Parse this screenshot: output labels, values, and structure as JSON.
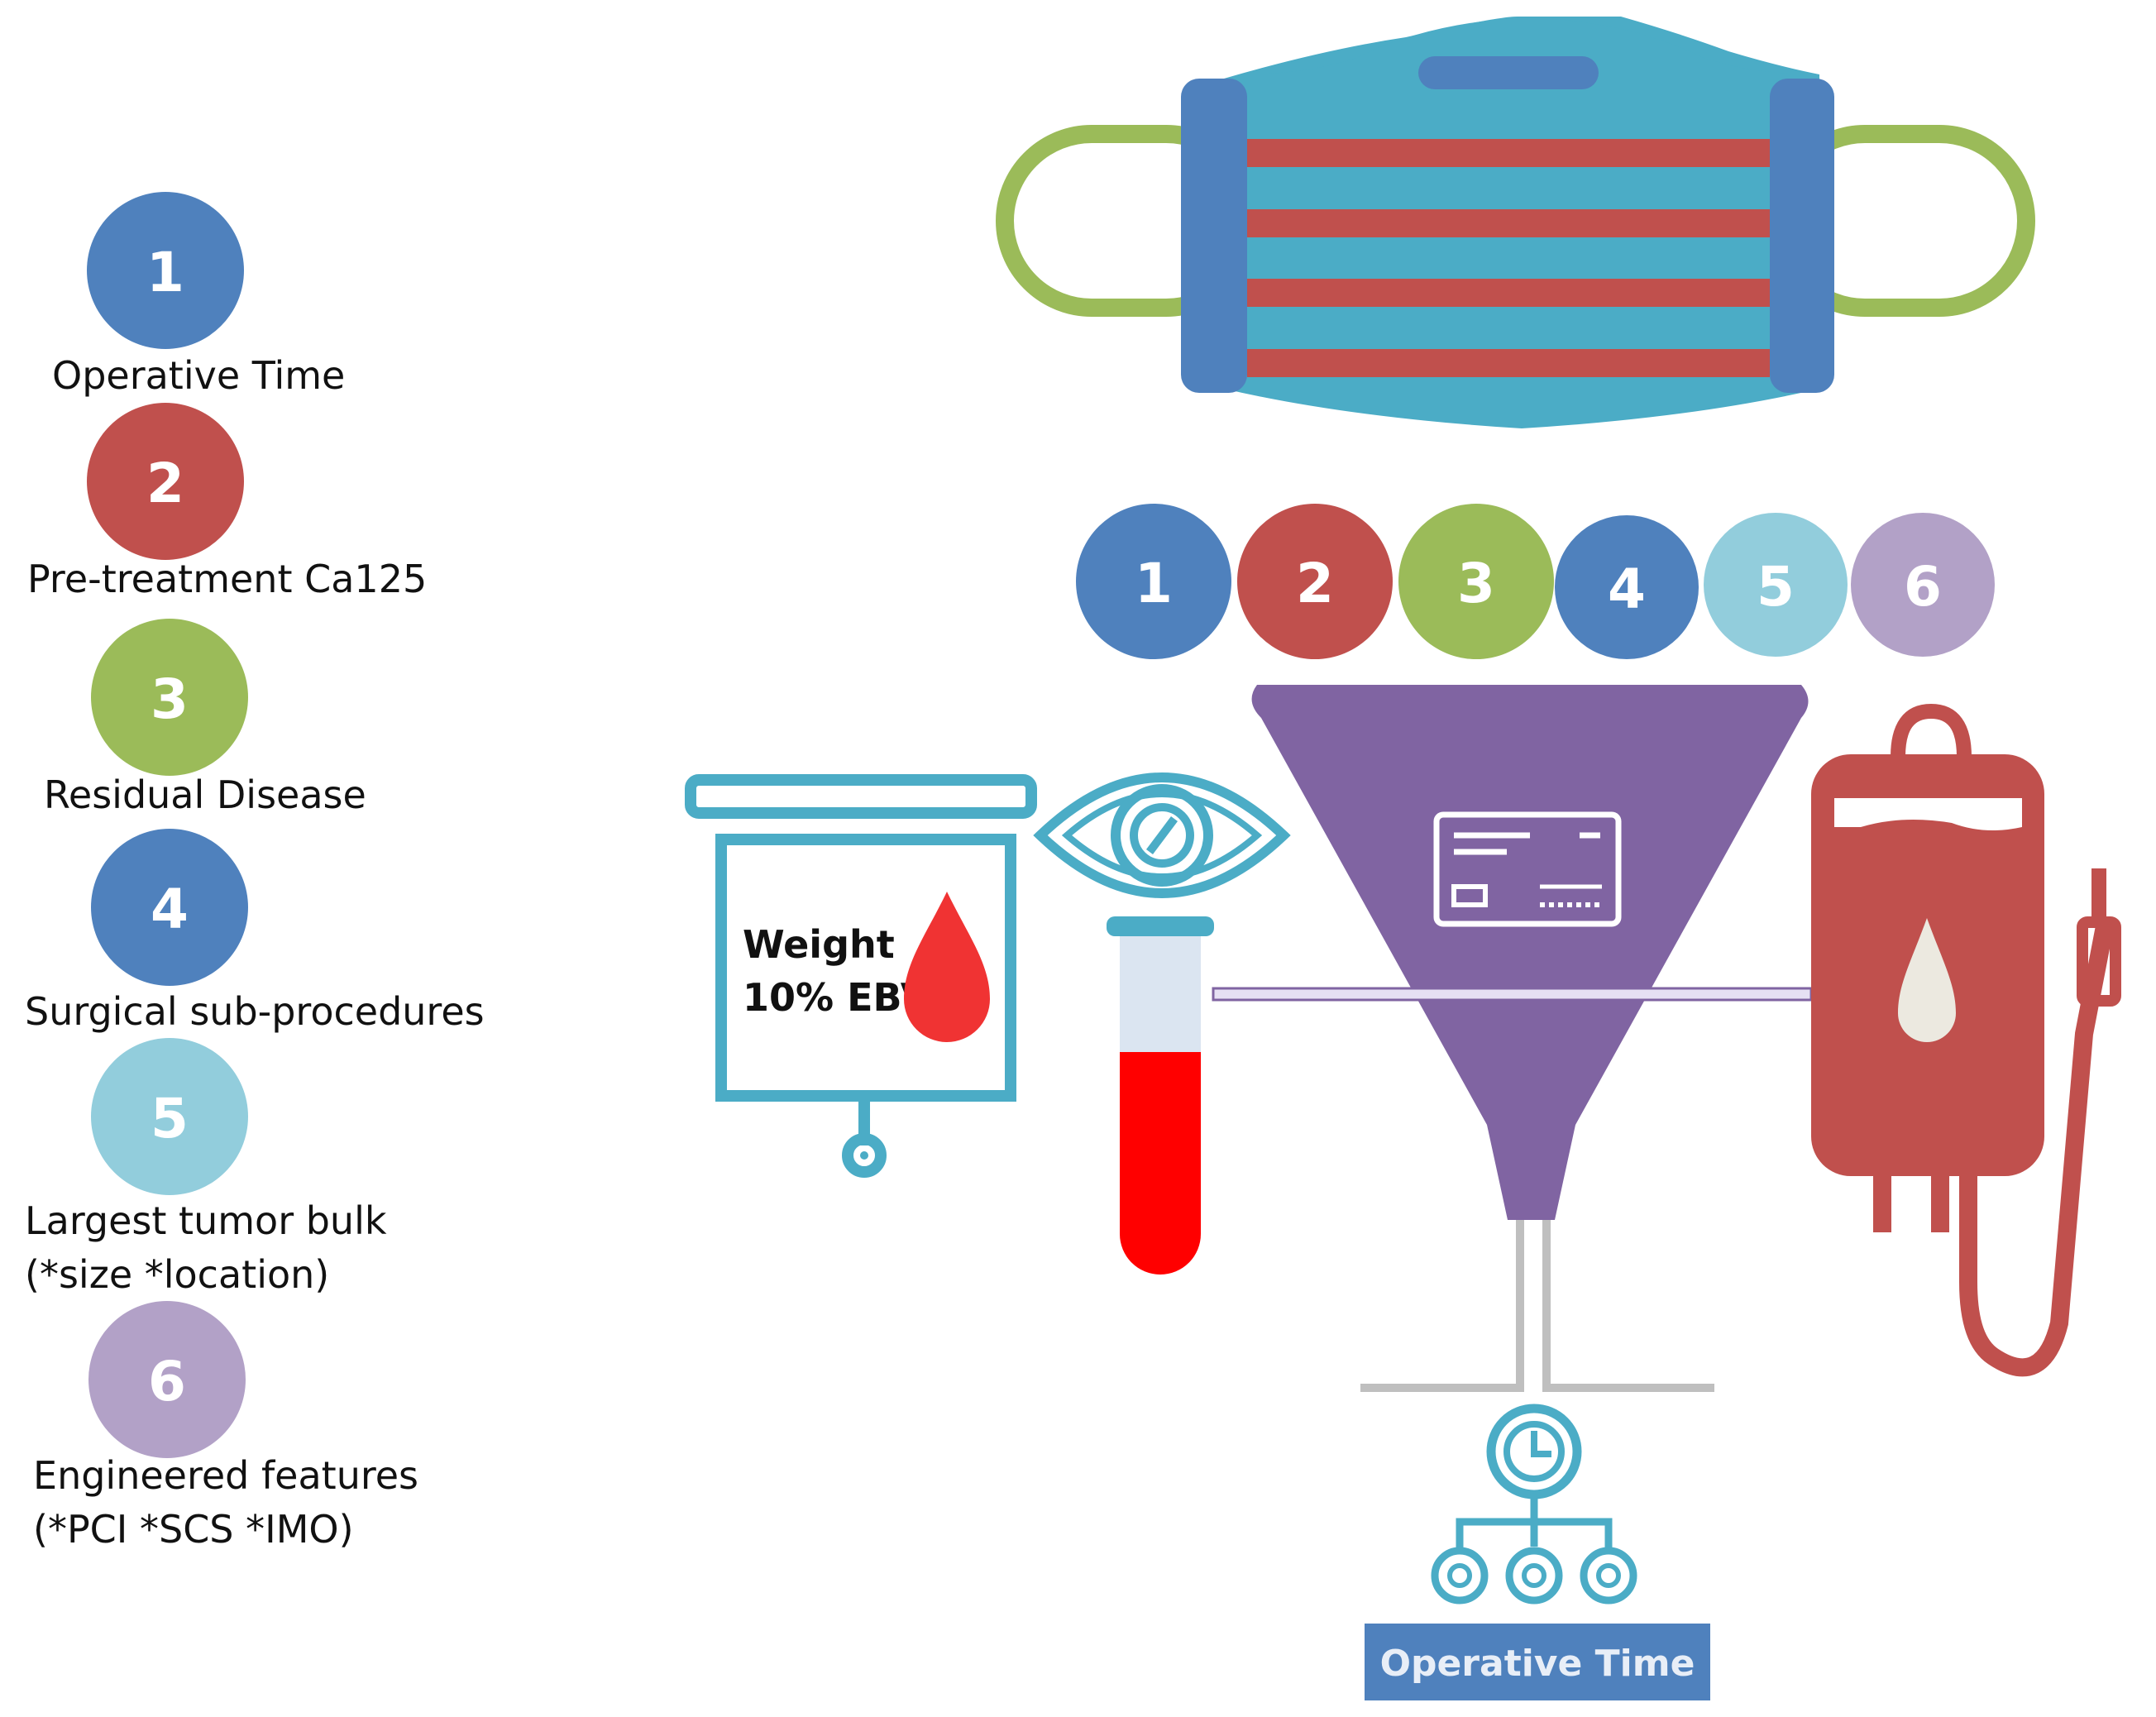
{
  "legend": [
    {
      "number": "1",
      "label": "Operative Time",
      "color": "#4f81bd"
    },
    {
      "number": "2",
      "label": "Pre-treatment Ca125",
      "color": "#c0504d"
    },
    {
      "number": "3",
      "label": "Residual Disease",
      "color": "#9bbb59"
    },
    {
      "number": "4",
      "label": "Surgical sub-procedures",
      "color": "#4f81bd"
    },
    {
      "number": "5",
      "label": "Largest tumor bulk",
      "label2": "(*size *location)",
      "color": "#92cddc"
    },
    {
      "number": "6",
      "label": "Engineered features",
      "label2": "(*PCI *SCS *IMO)",
      "color": "#b2a1c7"
    }
  ],
  "funnel_inputs": [
    {
      "number": "1",
      "color": "#4f81bd"
    },
    {
      "number": "2",
      "color": "#c0504d"
    },
    {
      "number": "3",
      "color": "#9bbb59"
    },
    {
      "number": "4",
      "color": "#4f81bd"
    },
    {
      "number": "5",
      "color": "#92cddc"
    },
    {
      "number": "6",
      "color": "#b2a1c7"
    }
  ],
  "board": {
    "line1": "Weight",
    "line2": "10% EBV"
  },
  "output": {
    "label": "Operative Time"
  },
  "colors": {
    "mask_body": "#4bacc6",
    "mask_side": "#4f81bd",
    "mask_stripe": "#c0504d",
    "mask_strap": "#9bbb59",
    "funnel": "#8064a2",
    "icon_teal": "#4bacc6",
    "blood": "#ff0000",
    "drop": "#f03333",
    "blood_bag": "#c0504d",
    "output_box": "#4f81bd",
    "pipe": "#bfbfbf"
  },
  "icons": [
    "face-mask-icon",
    "presentation-board-icon",
    "blood-drop-icon",
    "eye-icon",
    "test-tube-icon",
    "funnel-icon",
    "id-card-icon",
    "blood-bag-icon",
    "clock-network-icon"
  ]
}
